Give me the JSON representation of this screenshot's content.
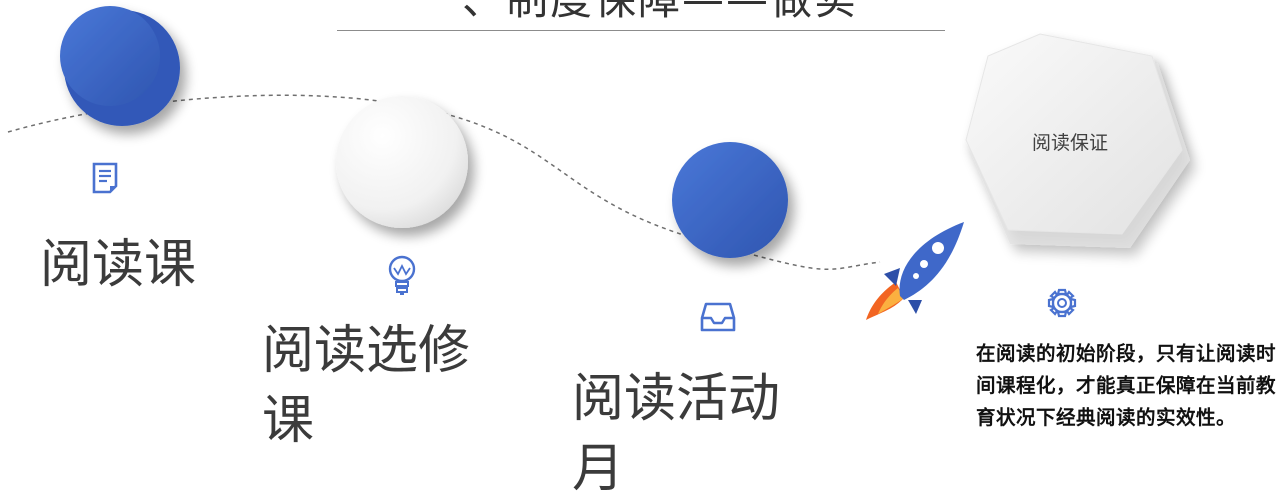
{
  "header": {
    "title": "、制度保障——做实"
  },
  "steps": [
    {
      "label": "阅读课",
      "icon": "document-icon"
    },
    {
      "label": "阅读选修课",
      "icon": "lightbulb-icon"
    },
    {
      "label": "阅读活动月",
      "icon": "inbox-tray-icon"
    }
  ],
  "goal": {
    "label": "阅读保证",
    "icon": "gear-icon",
    "description": "在阅读的初始阶段，只有让阅读时间课程化，才能真正保障在当前教育状况下经典阅读的实效性。"
  },
  "decor": {
    "rocket_icon": "rocket-icon"
  },
  "colors": {
    "accent_blue": "#3f68c9",
    "text_dark": "#3b3b3b",
    "icon_blue": "#4a72d0",
    "flame_orange": "#f26522"
  }
}
